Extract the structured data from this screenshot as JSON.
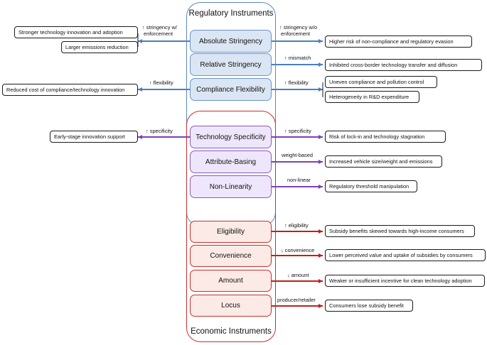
{
  "groups": {
    "regulatory_title": "Regulatory Instruments",
    "economic_title": "Economic Instruments"
  },
  "colors": {
    "blue": "#4a7fc1",
    "purple": "#7e3fb8",
    "red": "#c0201b"
  },
  "instruments": {
    "absolute_stringency": "Absolute Stringency",
    "relative_stringency": "Relative Stringency",
    "compliance_flexibility": "Compliance Flexibility",
    "technology_specificity": "Technology Specificity",
    "attribute_basing": "Attribute-Basing",
    "non_linearity": "Non-Linearity",
    "eligibility": "Eligibility",
    "convenience": "Convenience",
    "amount": "Amount",
    "locus": "Locus"
  },
  "left_labels": {
    "stringency_enforcement_1": "↑ stringency w/",
    "stringency_enforcement_2": "enforcement",
    "flexibility": "↑ flexibility",
    "specificity": "↑ specificity"
  },
  "right_labels": {
    "stringency_wo_1": "↑ stringency w/o",
    "stringency_wo_2": "enforcement",
    "mismatch": "↑ mismatch",
    "flexibility": "↑ flexibility",
    "specificity": "↑ specificity",
    "weight_based": "weight-based",
    "non_linear": "non-linear",
    "eligibility": "↑ eligibility",
    "convenience": "↓ convenience",
    "amount": "↓ amount",
    "producer_retailer": "producer/retailer"
  },
  "left_outcomes": {
    "innovation_adoption": "Stronger technology innovation and adoption",
    "emissions_reduction": "Larger emissions reduction",
    "reduced_cost": "Reduced cost of compliance/technology innovation",
    "early_stage": "Early-stage innovation support"
  },
  "right_outcomes": {
    "non_compliance": "Higher risk of non-compliance and regulatory evasion",
    "inhibited_transfer": "Inhibited cross-border technology transfer and diffusion",
    "uneven_compliance": "Uneven compliance and pollution control",
    "heterogeneity_rd": "Heterogeneity in R&D expenditure",
    "lock_in": "Risk of lock-in and technology stagnation",
    "vehicle_size": "Increased vehicle size/weight and emissions",
    "threshold_manipulation": "Regulatory threshold manipulation",
    "subsidy_skewed": "Subsidy benefits skewed towards high-income consumers",
    "lower_uptake": "Lower perceived value and uptake of subsidies by consumers",
    "weaker_incentive": "Weaker or insufficient incentive for clean technology adoption",
    "lose_benefit": "Consumers lose subsidy benefit"
  }
}
